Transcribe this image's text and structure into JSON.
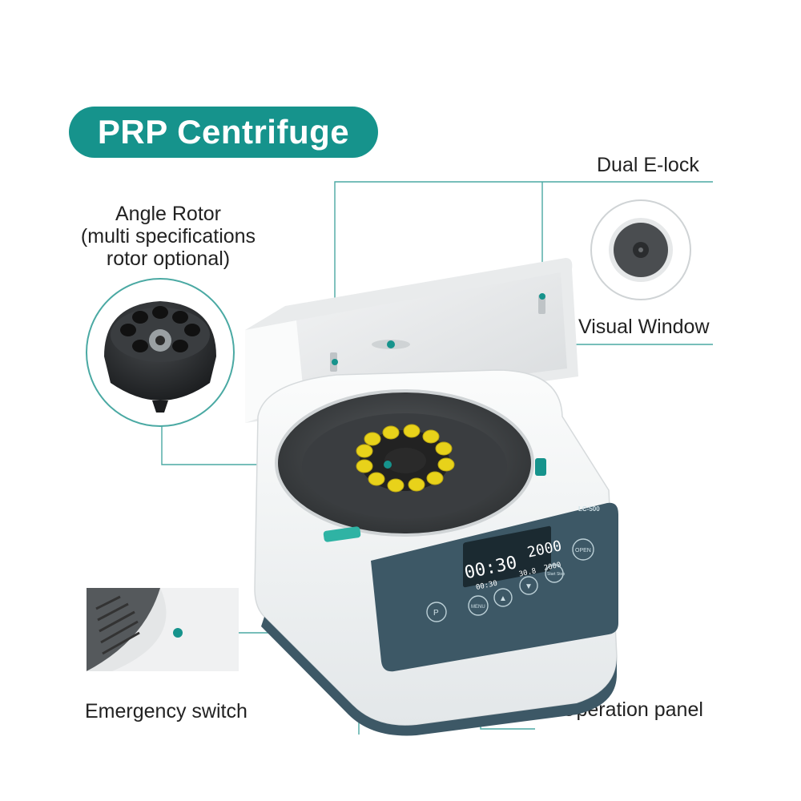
{
  "title": "PRP Centrifuge",
  "labels": {
    "dual_elock": "Dual E-lock",
    "angle_rotor_line1": "Angle Rotor",
    "angle_rotor_line2": "(multi specifications",
    "angle_rotor_line3": "rotor optional)",
    "visual_window": "Visual Window",
    "emergency_switch": "Emergency switch",
    "operation_panel": "Operation panel"
  },
  "device": {
    "model": "LC-500",
    "display": {
      "time": "00:30",
      "time_small": "00:30",
      "speed": "2000",
      "speed_small": "2000",
      "temp": "30.8"
    },
    "buttons": {
      "program": "P",
      "menu": "MENU",
      "up": "▲",
      "down": "▼",
      "start_stop": "Start Stop",
      "open": "OPEN"
    }
  },
  "colors": {
    "accent": "#16938c",
    "panel": "#3d5866",
    "rotor_tubes": "#e8d21a",
    "body": "#f4f6f7"
  }
}
